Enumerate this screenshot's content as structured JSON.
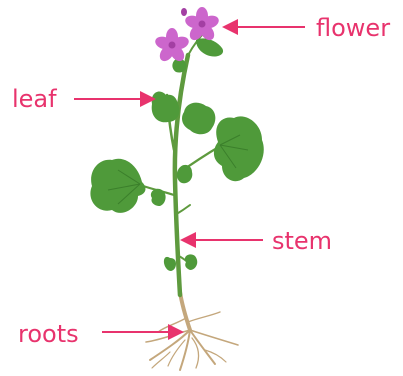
{
  "labels": {
    "flower": "flower",
    "leaf": "leaf",
    "stem": "stem",
    "roots": "roots"
  },
  "colors": {
    "label": "#e8336d",
    "leaf": "#4f9a3a",
    "leaf_dark": "#3b7f2b",
    "stem": "#5e9a3e",
    "petal": "#cc66cc",
    "petal_dark": "#a33fa3",
    "root": "#c4a77c"
  }
}
